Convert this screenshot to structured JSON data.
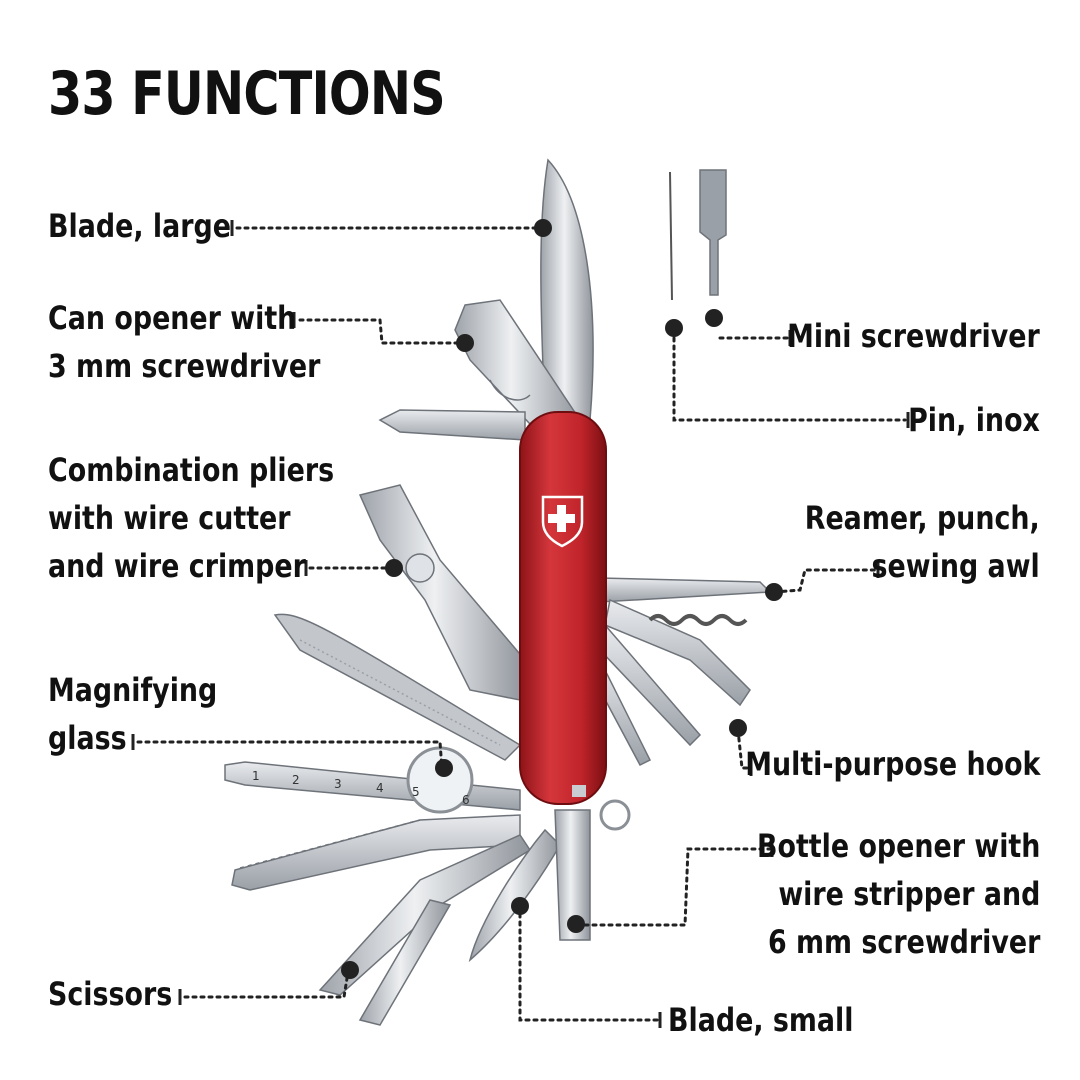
{
  "title": "33 FUNCTIONS",
  "labels": {
    "blade_large": "Blade, large",
    "can_opener": [
      "Can opener with",
      "3 mm screwdriver"
    ],
    "pliers": [
      "Combination pliers",
      "with wire cutter",
      "and wire crimper"
    ],
    "magnifier": [
      "Magnifying",
      "glass"
    ],
    "scissors": "Scissors",
    "mini_screwdriver": "Mini screwdriver",
    "pin": "Pin, inox",
    "reamer": [
      "Reamer, punch,",
      "sewing awl"
    ],
    "hook": "Multi-purpose hook",
    "bottle_opener": [
      "Bottle opener with",
      "wire stripper and",
      "6 mm screwdriver"
    ],
    "blade_small": "Blade, small"
  },
  "ruler_marks": [
    "1",
    "2",
    "3",
    "4",
    "5",
    "6"
  ],
  "colors": {
    "handle": "#c8262c",
    "steel": "#c9ccd1",
    "text": "#111111",
    "dots": "#222222"
  },
  "icons": [
    "swiss-cross-shield-icon"
  ]
}
